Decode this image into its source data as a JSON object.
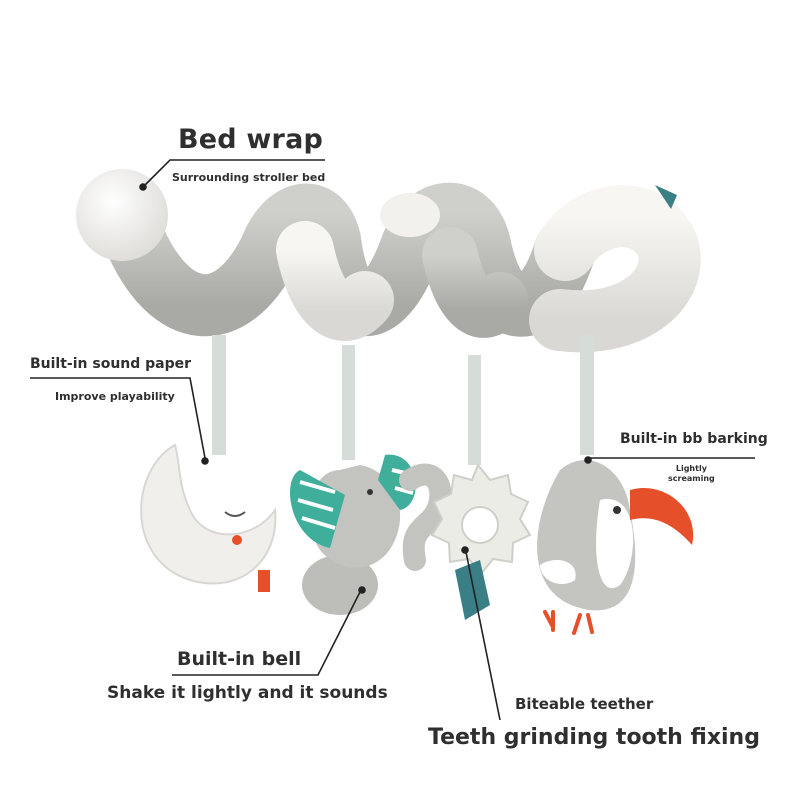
{
  "callouts": {
    "bed_wrap": {
      "title": "Bed wrap",
      "subtitle": "Surrounding stroller bed"
    },
    "sound_paper": {
      "title": "Built-in sound paper",
      "subtitle": "Improve playability"
    },
    "bb_barking": {
      "title": "Built-in bb barking",
      "subtitle_line1": "Lightly",
      "subtitle_line2": "screaming"
    },
    "bell": {
      "title": "Built-in bell",
      "subtitle": "Shake it lightly and it sounds"
    },
    "teether": {
      "title": "Biteable teether",
      "subtitle": "Teeth grinding tooth fixing"
    }
  },
  "colors": {
    "plush_grey": "#b9b9b6",
    "plush_white": "#f1f0ed",
    "teal_stripe": "#3fae9a",
    "beak_orange": "#e5502b",
    "ribbon_teal": "#3b7f86",
    "teether": "#ecece6",
    "label_text": "#2f2f2f"
  }
}
